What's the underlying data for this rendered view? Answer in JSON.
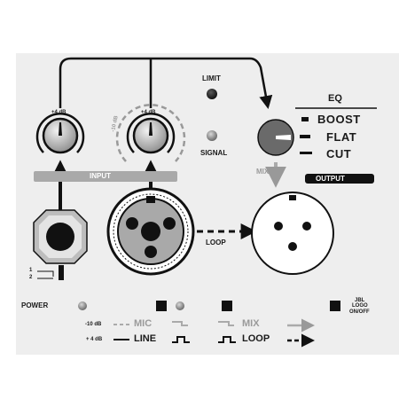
{
  "labels": {
    "gain_left": "+4 dB",
    "gain_center": "+4 dB",
    "gain_scale": "-10 dB",
    "limit": "LIMIT",
    "signal": "SIGNAL",
    "mix": "MIX",
    "output": "OUTPUT",
    "input": "INPUT",
    "loop": "LOOP",
    "switch_1": "1",
    "switch_2": "2",
    "power": "POWER"
  },
  "eq": {
    "title": "EQ",
    "boost": "BOOST",
    "flat": "FLAT",
    "cut": "CUT"
  },
  "logo": {
    "line1": "JBL",
    "line2": "LOGO",
    "line3": "ON/OFF"
  },
  "legend": {
    "minus10": "-10 dB",
    "mic": "MIC",
    "plus4": "+ 4 dB",
    "line": "LINE",
    "mix": "MIX",
    "loop": "LOOP"
  },
  "colors": {
    "panel": "#eeeeee",
    "ink": "#111111",
    "accent_grey": "#a9a9a9"
  }
}
